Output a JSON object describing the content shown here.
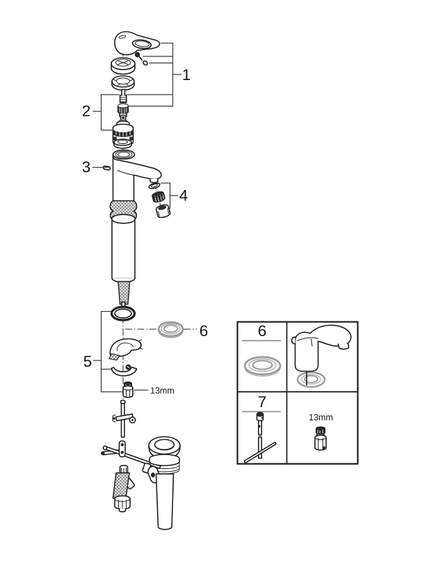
{
  "diagram": {
    "callouts": {
      "n1": "1",
      "n2": "2",
      "n3": "3",
      "n4": "4",
      "n5": "5",
      "n6": "6"
    },
    "wrench_label": "13mm",
    "parts_box": {
      "gasket_label": "6",
      "rod_label": "7",
      "wrench_label": "13mm"
    },
    "colors": {
      "line": "#1d1d1d",
      "callout-line": "#3c3c3c",
      "gray-part": "#9a9a9a",
      "underline": "#808080",
      "background": "#ffffff"
    }
  }
}
